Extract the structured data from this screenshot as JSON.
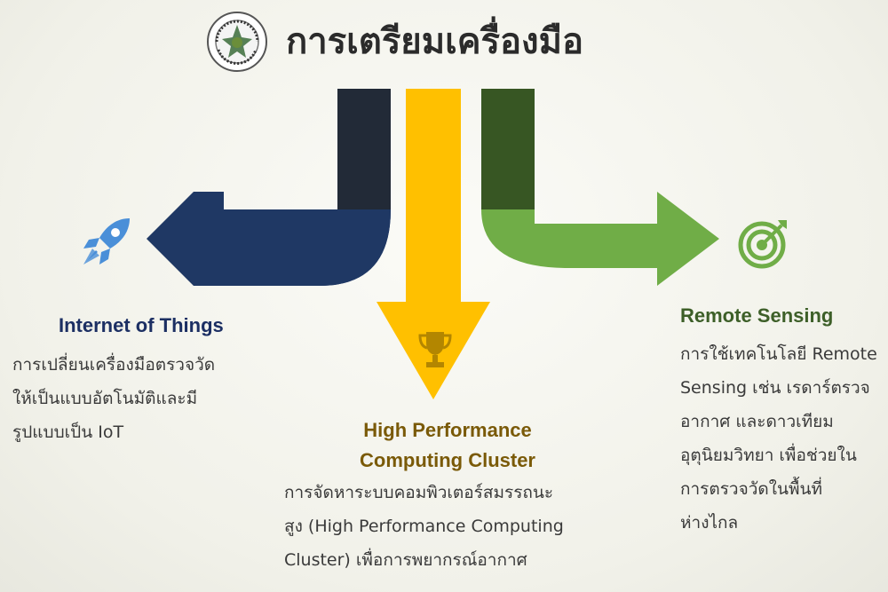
{
  "header": {
    "title": "การเตรียมเครื่องมือ",
    "logo_text": "กรมอุตุนิยมวิทยา METEOROLOGICAL DEPARTMENT"
  },
  "colors": {
    "iot": "#1f3864",
    "iot_dark": "#222a37",
    "hpc": "#ffc000",
    "rs": "#70ad47",
    "rs_dark": "#375623"
  },
  "iot": {
    "icon": "rocket-icon",
    "title": "Internet of Things",
    "lines": [
      "การเปลี่ยนเครื่องมือตรวจวัด",
      "ให้เป็นแบบอัตโนมัติและมี",
      "รูปแบบเป็น IoT"
    ]
  },
  "hpc": {
    "icon": "trophy-icon",
    "title_lines": [
      "High Performance",
      "Computing Cluster"
    ],
    "lines": [
      "การจัดหาระบบคอมพิวเตอร์สมรรถนะ",
      "สูง (High Performance Computing",
      "Cluster) เพื่อการพยากรณ์อากาศ"
    ]
  },
  "rs": {
    "icon": "target-icon",
    "title": "Remote Sensing",
    "lines": [
      "การใช้เทคโนโลยี Remote",
      "Sensing เช่น เรดาร์ตรวจ",
      "อากาศ และดาวเทียม",
      "อุตุนิยมวิทยา เพื่อช่วยใน",
      "การตรวจวัดในพื้นที่",
      "ห่างไกล"
    ]
  }
}
